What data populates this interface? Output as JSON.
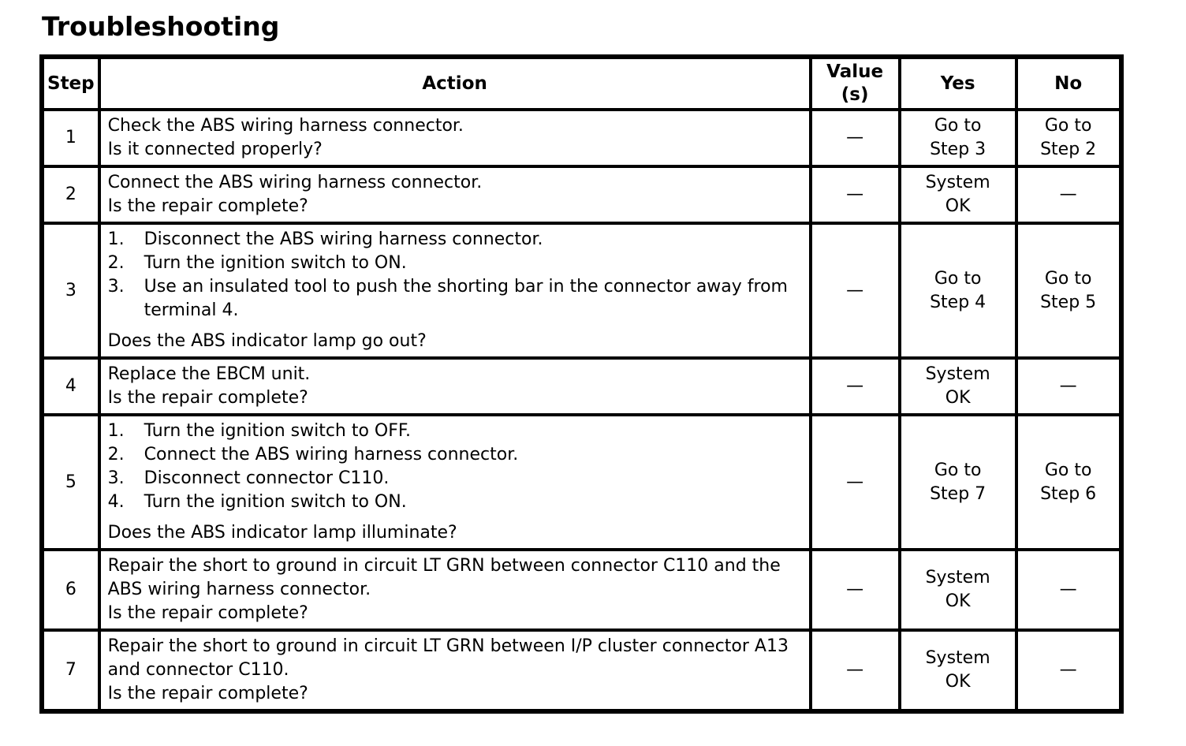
{
  "page": {
    "title": "Troubleshooting"
  },
  "colors": {
    "text": "#000000",
    "border": "#000000",
    "background": "#ffffff"
  },
  "table": {
    "headers": {
      "step": "Step",
      "action": "Action",
      "value_line1": "Value",
      "value_line2": "(s)",
      "yes": "Yes",
      "no": "No"
    },
    "rows": [
      {
        "step": "1",
        "paragraphs": [
          "Check the ABS wiring harness connector.",
          "Is it connected properly?"
        ],
        "value": "—",
        "yes": [
          "Go to",
          "Step 3"
        ],
        "no": [
          "Go to",
          "Step 2"
        ]
      },
      {
        "step": "2",
        "paragraphs": [
          "Connect the ABS wiring harness connector.",
          "Is the repair complete?"
        ],
        "value": "—",
        "yes": [
          "System",
          "OK"
        ],
        "no": [
          "—"
        ]
      },
      {
        "step": "3",
        "list": [
          {
            "num": "1.",
            "text": "Disconnect the ABS wiring harness connector."
          },
          {
            "num": "2.",
            "text": "Turn the ignition switch to ON."
          },
          {
            "num": "3.",
            "text": "Use an insulated tool to push the shorting bar in the connector away from terminal 4."
          }
        ],
        "question": "Does the ABS indicator lamp go out?",
        "value": "—",
        "yes": [
          "Go to",
          "Step 4"
        ],
        "no": [
          "Go to",
          "Step 5"
        ]
      },
      {
        "step": "4",
        "paragraphs": [
          "Replace the EBCM unit.",
          "Is the repair complete?"
        ],
        "value": "—",
        "yes": [
          "System",
          "OK"
        ],
        "no": [
          "—"
        ]
      },
      {
        "step": "5",
        "list": [
          {
            "num": "1.",
            "text": "Turn the ignition switch to OFF."
          },
          {
            "num": "2.",
            "text": "Connect the ABS wiring harness connector."
          },
          {
            "num": "3.",
            "text": "Disconnect connector C110."
          },
          {
            "num": "4.",
            "text": "Turn the ignition switch to ON."
          }
        ],
        "question": "Does the ABS indicator lamp illuminate?",
        "value": "—",
        "yes": [
          "Go to",
          "Step 7"
        ],
        "no": [
          "Go to",
          "Step 6"
        ]
      },
      {
        "step": "6",
        "paragraphs": [
          "Repair the short to ground in circuit LT GRN between connector C110 and the ABS wiring harness connector.",
          "Is the repair complete?"
        ],
        "value": "—",
        "yes": [
          "System",
          "OK"
        ],
        "no": [
          "—"
        ]
      },
      {
        "step": "7",
        "paragraphs": [
          "Repair the short to ground in circuit LT GRN between I/P cluster connector A13 and connector C110.",
          "Is the repair complete?"
        ],
        "value": "—",
        "yes": [
          "System",
          "OK"
        ],
        "no": [
          "—"
        ]
      }
    ]
  }
}
